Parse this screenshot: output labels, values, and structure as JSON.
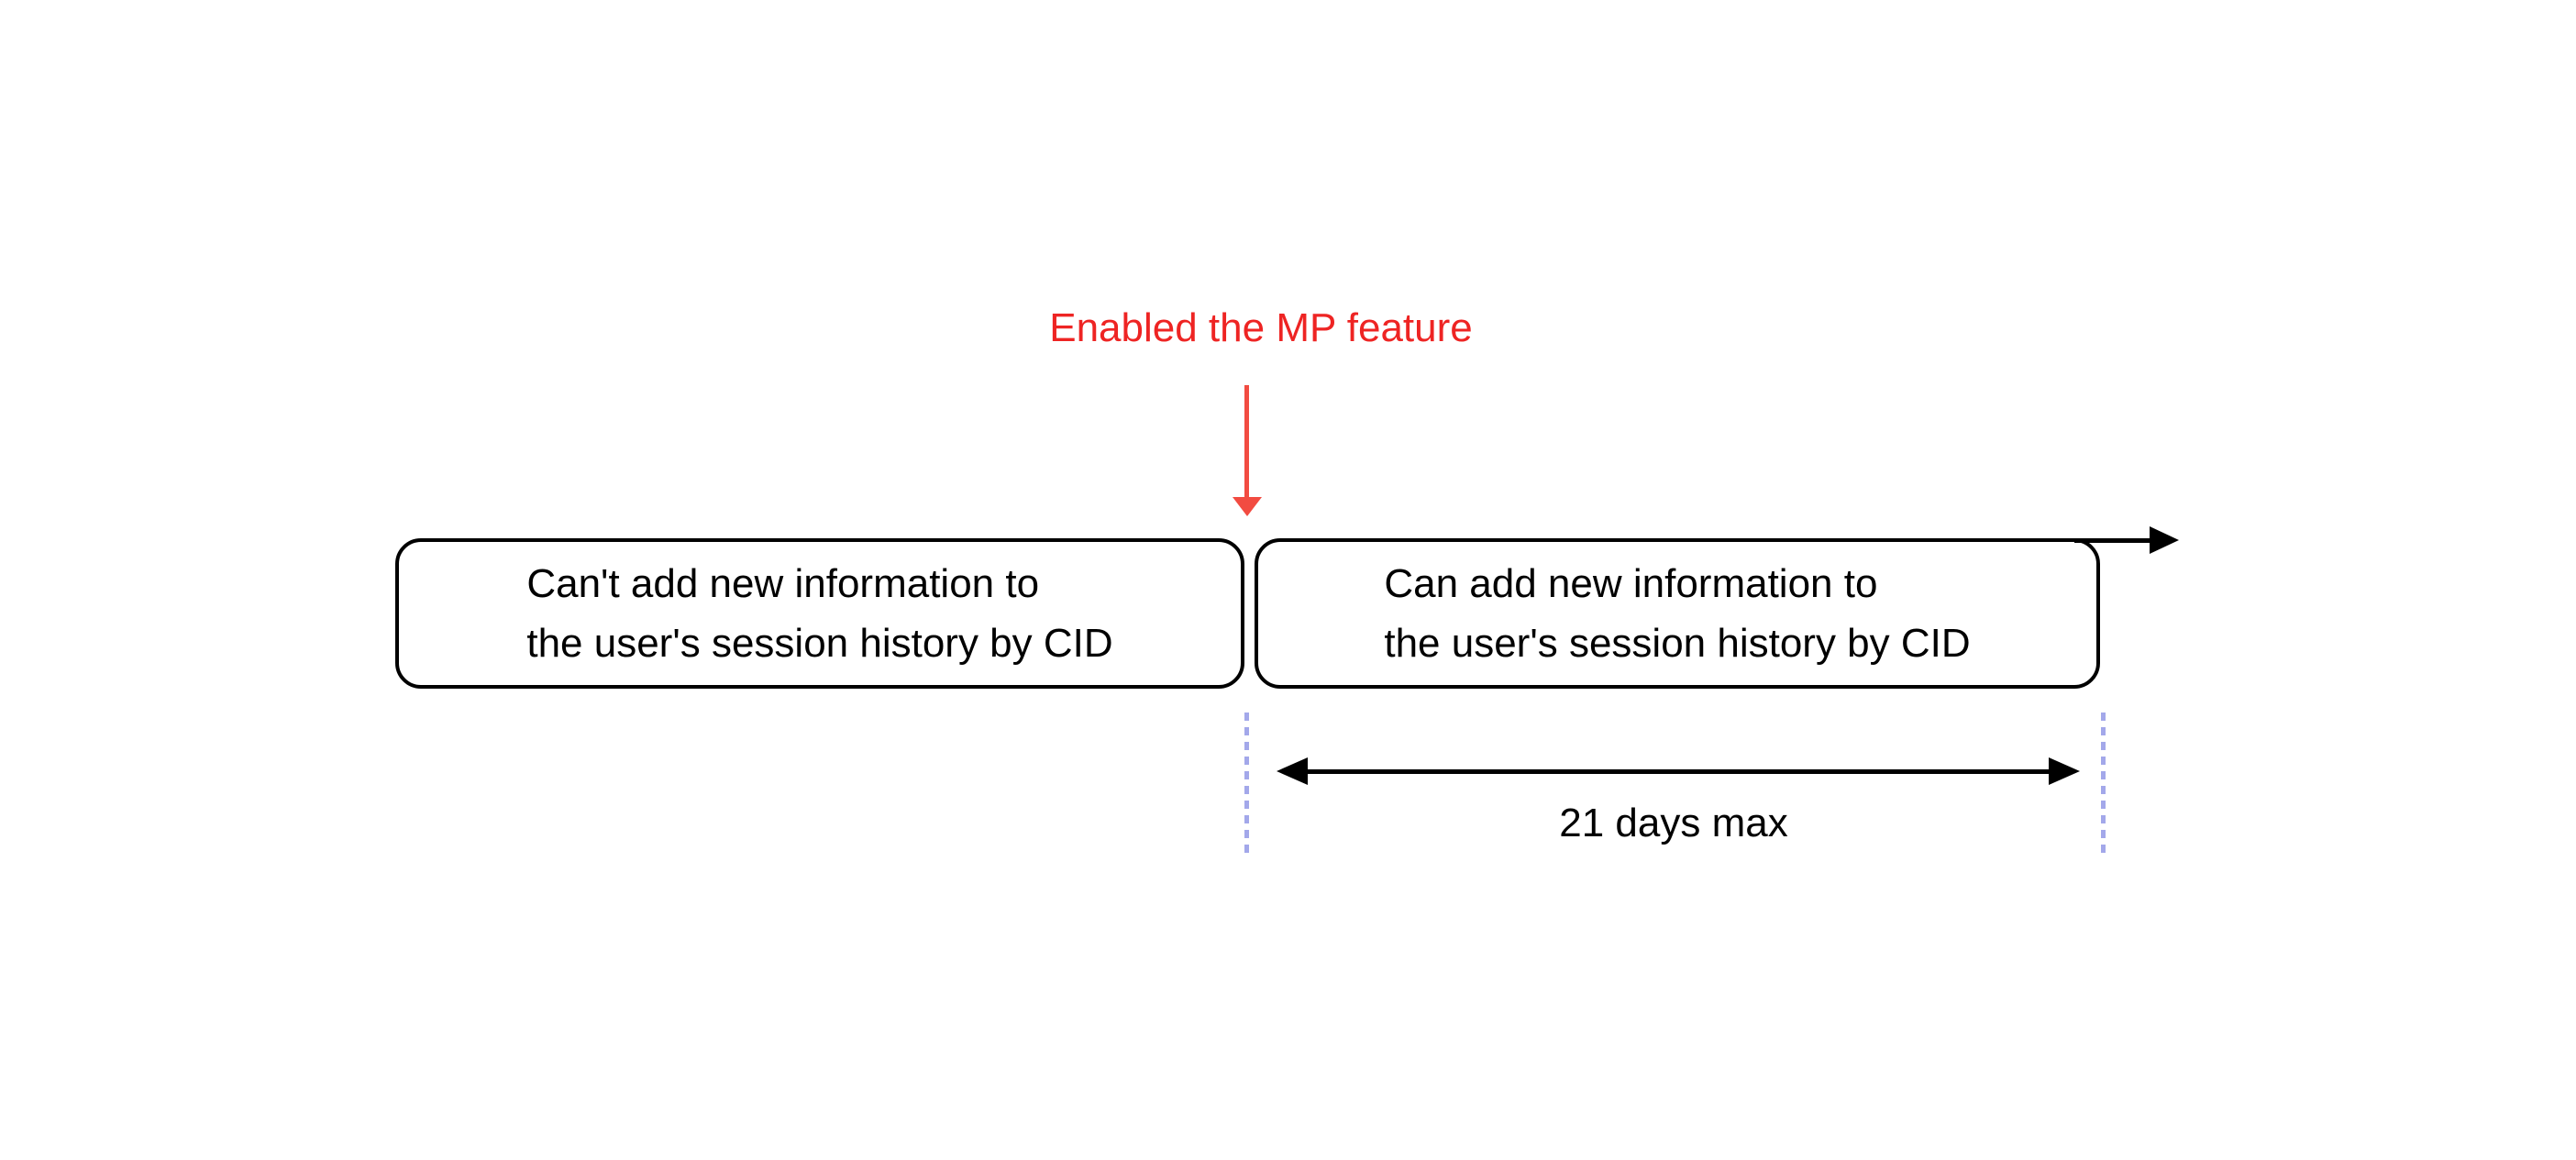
{
  "canvas": {
    "background": "#ffffff"
  },
  "annotation": {
    "label": "Enabled the MP feature",
    "text_color": "#ee2423",
    "arrow_color": "#f24b41"
  },
  "timeline": {
    "axis_color": "#000000",
    "boxes": [
      {
        "id": "before-mp",
        "line1": "Can't add new information to",
        "line2": "the user's session history by CID"
      },
      {
        "id": "after-mp",
        "line1": "Can add new information to",
        "line2": "the user's session history by CID"
      }
    ]
  },
  "duration": {
    "label": "21 days max",
    "arrow_color": "#000000",
    "guide_line_color": "#a3a8ea"
  }
}
